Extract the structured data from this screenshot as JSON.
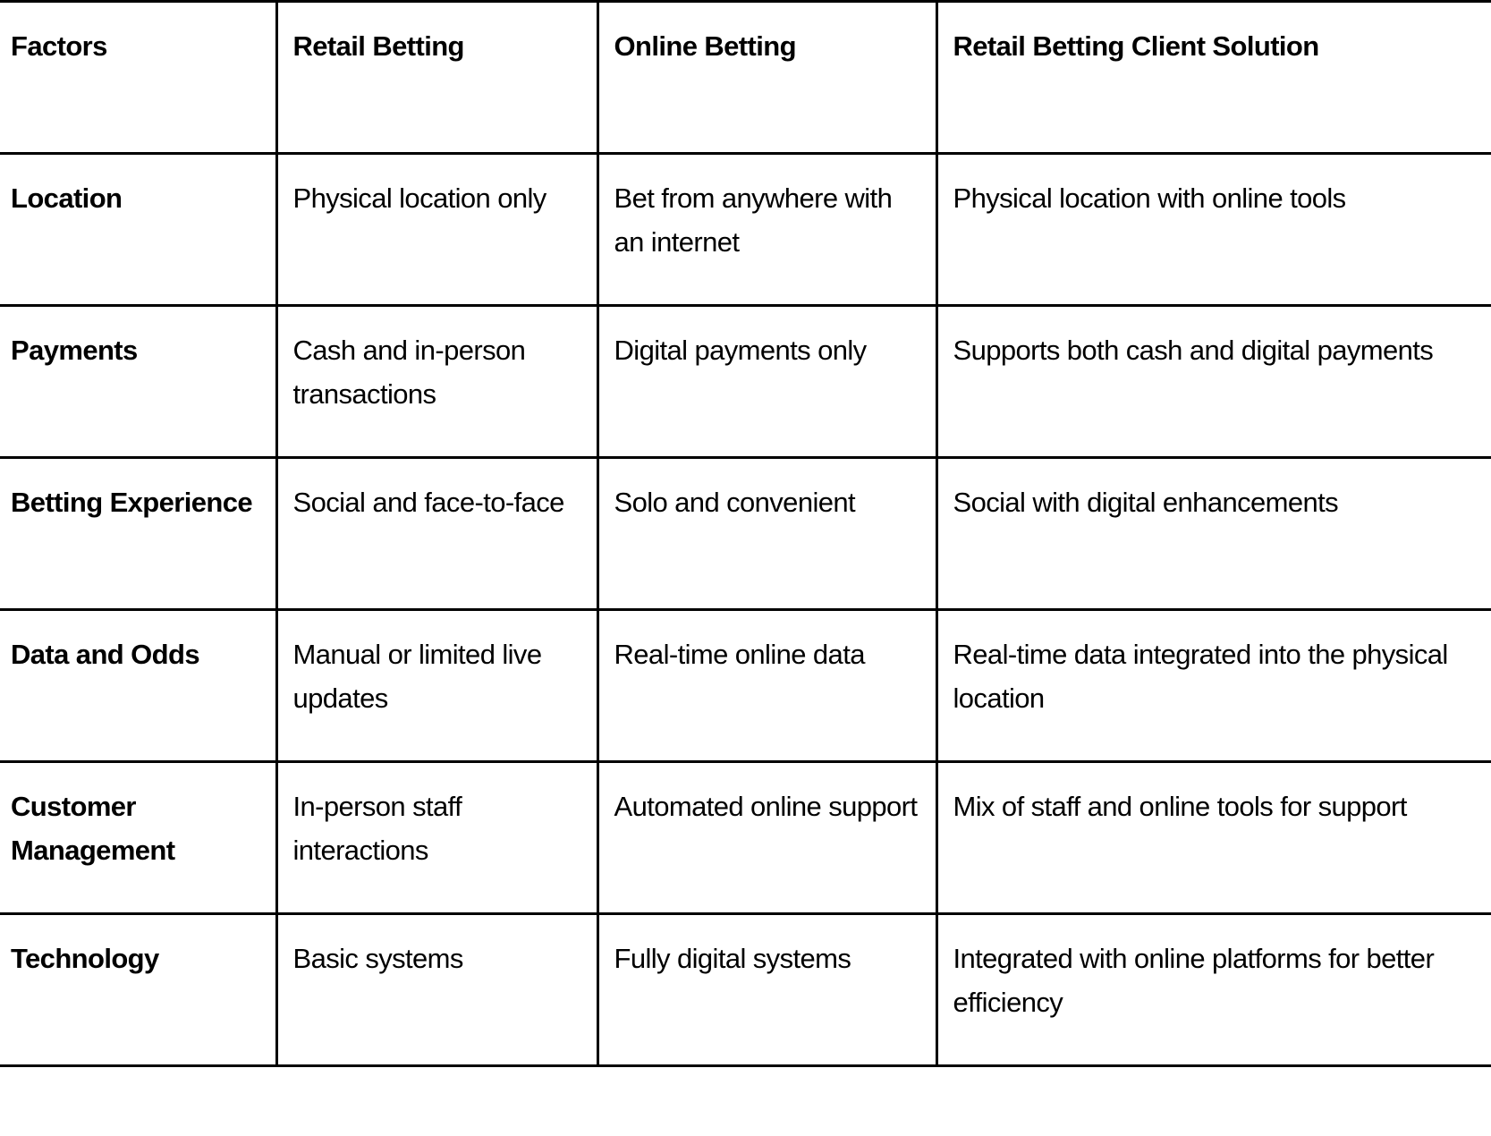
{
  "table": {
    "headers": [
      "Factors",
      "Retail Betting",
      "Online Betting",
      "Retail Betting Client Solution"
    ],
    "rows": [
      {
        "factor": "Location",
        "retail": "Physical location only",
        "online": "Bet from anywhere with an internet",
        "solution": "Physical location with online tools"
      },
      {
        "factor": "Payments",
        "retail": "Cash and in-person transactions",
        "online": "Digital payments only",
        "solution": "Supports both cash and digital payments"
      },
      {
        "factor": "Betting Experience",
        "retail": "Social and face-to-face",
        "online": "Solo and convenient",
        "solution": "Social with digital enhancements"
      },
      {
        "factor": "Data and Odds",
        "retail": "Manual or limited live updates",
        "online": "Real-time online data",
        "solution": "Real-time data integrated into the physical location"
      },
      {
        "factor": "Customer Management",
        "retail": "In-person staff interactions",
        "online": "Automated online support",
        "solution": "Mix of staff and online tools for support"
      },
      {
        "factor": "Technology",
        "retail": "Basic systems",
        "online": "Fully digital systems",
        "solution": "Integrated with online platforms for better efficiency"
      }
    ]
  }
}
